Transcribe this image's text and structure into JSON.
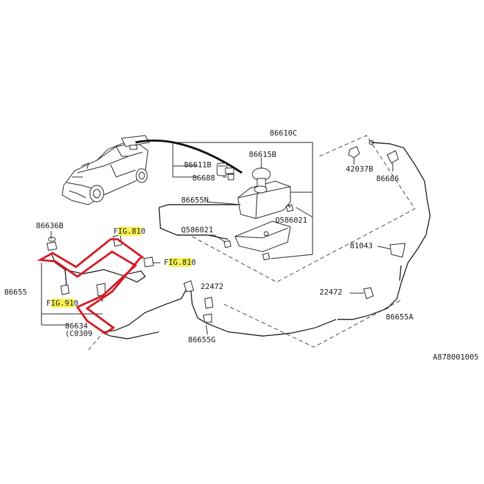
{
  "diagram_code": "A878001005",
  "labels": {
    "tank_assembly": "86610C",
    "cap": "86615B",
    "pump_a": "86611B",
    "pump_b": "86688",
    "hose_n": "86655N",
    "bolt_a": "Q586021",
    "bolt_b": "Q586021",
    "nozzle_a": "42037B",
    "nozzle_b": "86686",
    "pad": "81043",
    "clip_a": "22472",
    "clip_b": "22472",
    "hose_a": "86655A",
    "hose_g": "86655G",
    "grommet": "86636B",
    "hose_side": "86655",
    "rear_nozzle": "86634",
    "rear_nozzle_code": "(C0309",
    "fig_ref_1": {
      "pre": "F",
      "hl": "IG.81",
      "post": "0"
    },
    "fig_ref_2": {
      "pre": "F",
      "hl": "IG.81",
      "post": "0"
    },
    "fig_ref_3": {
      "pre": "F",
      "hl": "IG.91",
      "post": "0"
    }
  },
  "colors": {
    "highlight_outline": "#d21f26",
    "fig_highlight": "#f7f050",
    "ink": "#222222"
  }
}
